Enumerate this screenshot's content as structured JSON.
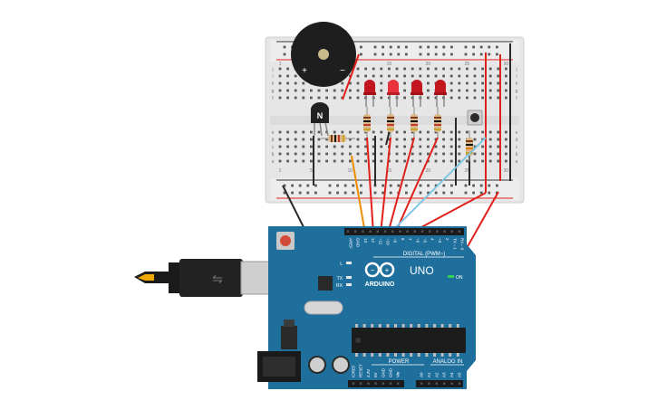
{
  "board": {
    "logo": "ARDUINO",
    "model": "UNO",
    "on_label": "ON",
    "l_label": "L",
    "tx_label": "TX",
    "rx_label": "RX",
    "digital_label": "DIGITAL (PWM~)",
    "power_label": "POWER",
    "analog_label": "ANALOG IN",
    "aref_label": "AREF",
    "gnd_label": "GND",
    "digital_pins": [
      "13",
      "12",
      "~11",
      "~10",
      "~9",
      "8",
      "7",
      "~6",
      "~5",
      "4",
      "~3",
      "2",
      "TX→1",
      "RX←0"
    ],
    "power_pins": [
      "IOREF",
      "RESET",
      "3.3V",
      "5V",
      "GND",
      "GND",
      "Vin"
    ],
    "analog_pins": [
      "A0",
      "A1",
      "A2",
      "A3",
      "A4",
      "A5"
    ]
  },
  "breadboard": {
    "row_letters_top": [
      "j",
      "i",
      "h",
      "g",
      "f"
    ],
    "row_letters_bottom": [
      "e",
      "d",
      "c",
      "b",
      "a"
    ],
    "column_numbers": [
      "1",
      "5",
      "10",
      "15",
      "20",
      "25",
      "30"
    ]
  },
  "components": {
    "transistor_label": "N",
    "buzzer_plus": "+",
    "buzzer_minus": "−"
  },
  "colors": {
    "board_blue": "#1f6f9c",
    "wire_red": "#e0201b",
    "wire_black": "#2a2a2a",
    "wire_orange": "#f08c00",
    "wire_cyan": "#7ec6e6",
    "led_red": "#d9202a",
    "breadboard": "#e9e9e9"
  }
}
